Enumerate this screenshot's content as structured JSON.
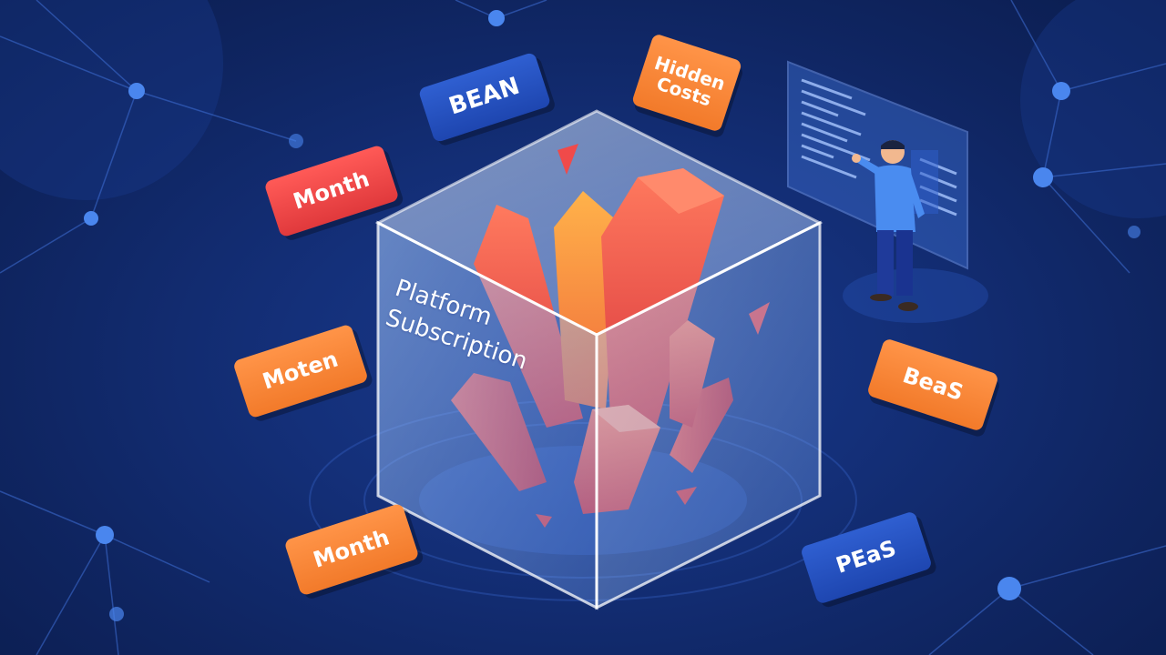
{
  "cube_label": {
    "line1": "Platform",
    "line2": "Subscription"
  },
  "tags": {
    "bean": "BEAN",
    "hidden_costs_line1": "Hidden",
    "hidden_costs_line2": "Costs",
    "month_top": "Month",
    "moten": "Moten",
    "month_bottom": "Month",
    "beas": "BeaS",
    "peas": "PEaS"
  },
  "colors": {
    "background": "#0f2561",
    "tag_red": "#f0484a",
    "tag_orange": "#f5842f",
    "tag_blue": "#2552c6",
    "crystal": "#f0544f",
    "cube_glass": "#9cc4ff"
  }
}
